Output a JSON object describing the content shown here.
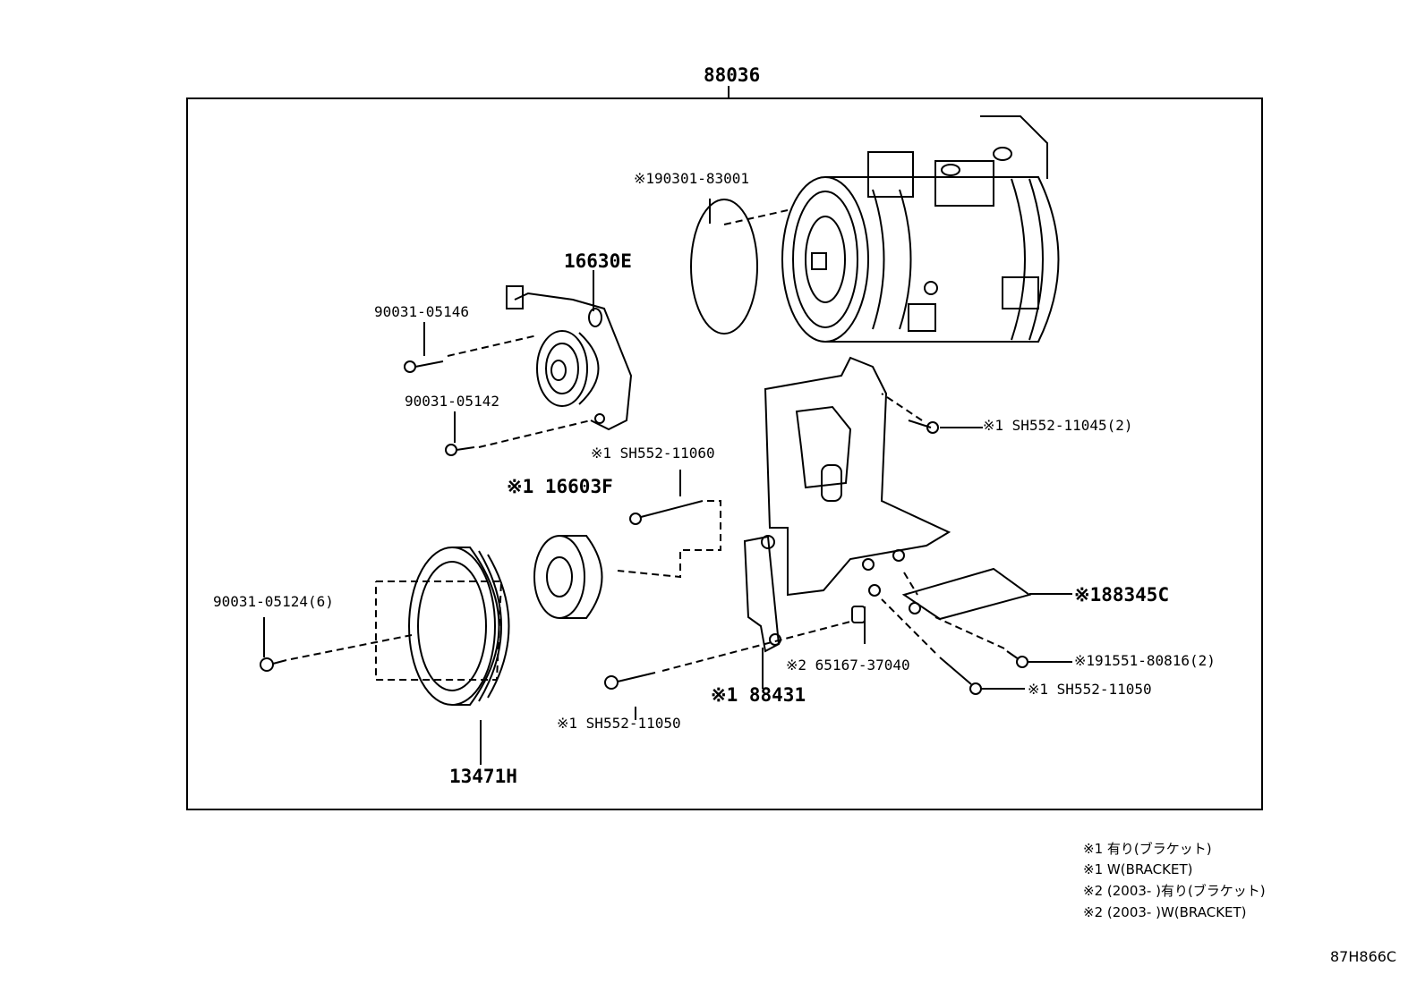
{
  "assembly_number": "88036",
  "parts": {
    "gasket": "※190301-83001",
    "tensioner": "16630E",
    "bolt_a": "90031-05146",
    "bolt_b": "90031-05142",
    "idler_bolt": "※1 SH552-11060",
    "idler": "※1 16603F",
    "pulley_bolts": "90031-05124(6)",
    "pulley": "13471H",
    "bracket_bolt_top": "※1 SH552-11045(2)",
    "plate": "※188345C",
    "plate_bolts": "※191551-80816(2)",
    "bracket_bolt_right": "※1 SH552-11050",
    "collar": "※2 65167-37040",
    "bracket": "※1 88431",
    "bracket_bolt_bottom": "※1 SH552-11050"
  },
  "notes": [
    "※1 有り(ブラケット)",
    "※1 W(BRACKET)",
    "※2 (2003-          )有り(ブラケット)",
    "※2 (2003-          )W(BRACKET)"
  ],
  "figure_ref": "87H866C"
}
